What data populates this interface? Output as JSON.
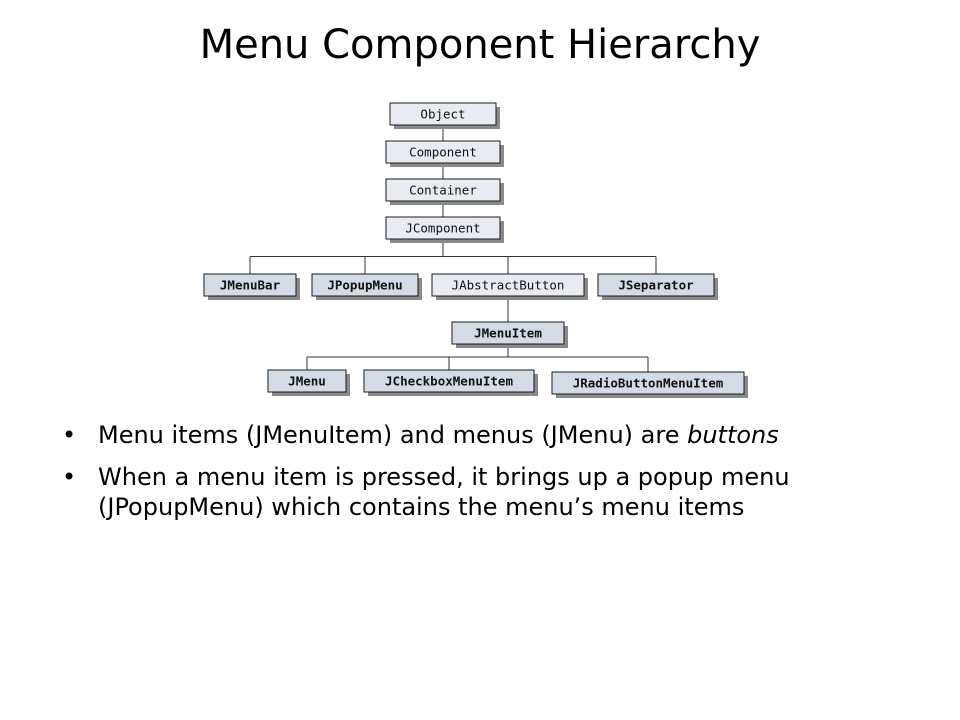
{
  "title": "Menu Component Hierarchy",
  "diagram": {
    "nodes": [
      {
        "id": "object",
        "label": "Object"
      },
      {
        "id": "component",
        "label": "Component"
      },
      {
        "id": "container",
        "label": "Container"
      },
      {
        "id": "jcomponent",
        "label": "JComponent"
      },
      {
        "id": "jmenubar",
        "label": "JMenuBar"
      },
      {
        "id": "jpopupmenu",
        "label": "JPopupMenu"
      },
      {
        "id": "jabstractbutton",
        "label": "JAbstractButton"
      },
      {
        "id": "jseparator",
        "label": "JSeparator"
      },
      {
        "id": "jmenuitem",
        "label": "JMenuItem"
      },
      {
        "id": "jmenu",
        "label": "JMenu"
      },
      {
        "id": "jcheckboxmenuitem",
        "label": "JCheckboxMenuItem"
      },
      {
        "id": "jradiobuttonmenuitem",
        "label": "JRadioButtonMenuItem"
      }
    ],
    "edges": [
      [
        "object",
        "component"
      ],
      [
        "component",
        "container"
      ],
      [
        "container",
        "jcomponent"
      ],
      [
        "jcomponent",
        "jmenubar"
      ],
      [
        "jcomponent",
        "jpopupmenu"
      ],
      [
        "jcomponent",
        "jabstractbutton"
      ],
      [
        "jcomponent",
        "jseparator"
      ],
      [
        "jabstractbutton",
        "jmenuitem"
      ],
      [
        "jmenuitem",
        "jmenu"
      ],
      [
        "jmenuitem",
        "jcheckboxmenuitem"
      ],
      [
        "jmenuitem",
        "jradiobuttonmenuitem"
      ]
    ]
  },
  "bullets": [
    {
      "bullet": "•",
      "text": "Menu items (JMenuItem) and menus (JMenu) are ",
      "emphasis": "buttons"
    },
    {
      "bullet": "•",
      "text": "When a menu item is pressed, it brings up a popup menu (JPopupMenu) which contains the menu’s menu items",
      "emphasis": ""
    }
  ]
}
